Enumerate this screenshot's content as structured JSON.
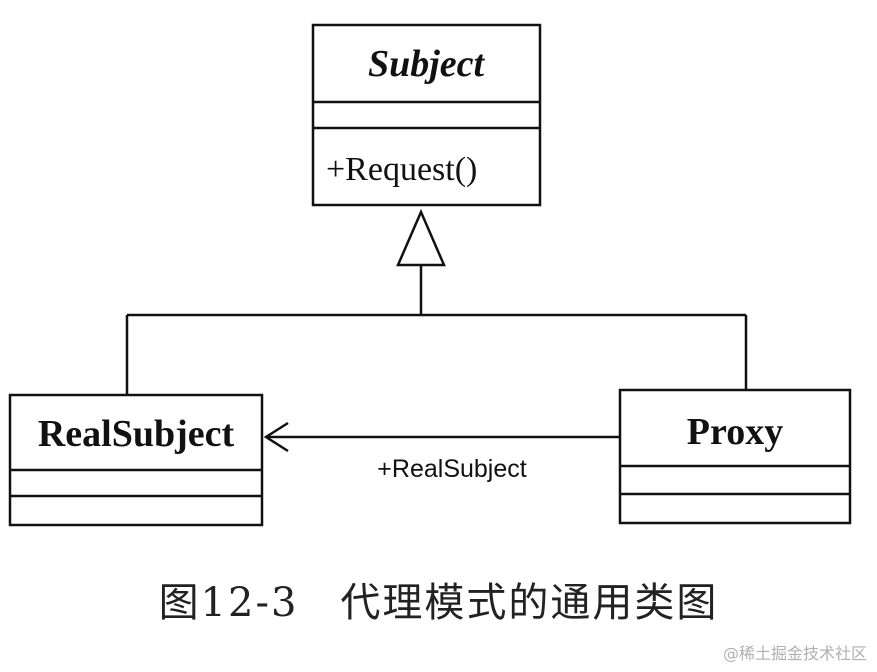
{
  "classes": {
    "subject": {
      "name": "Subject",
      "operation": "+Request()"
    },
    "real_subject": {
      "name": "RealSubject"
    },
    "proxy": {
      "name": "Proxy"
    }
  },
  "association": {
    "label": "+RealSubject"
  },
  "caption": "图12-3　代理模式的通用类图",
  "watermark": "@稀土掘金技术社区"
}
